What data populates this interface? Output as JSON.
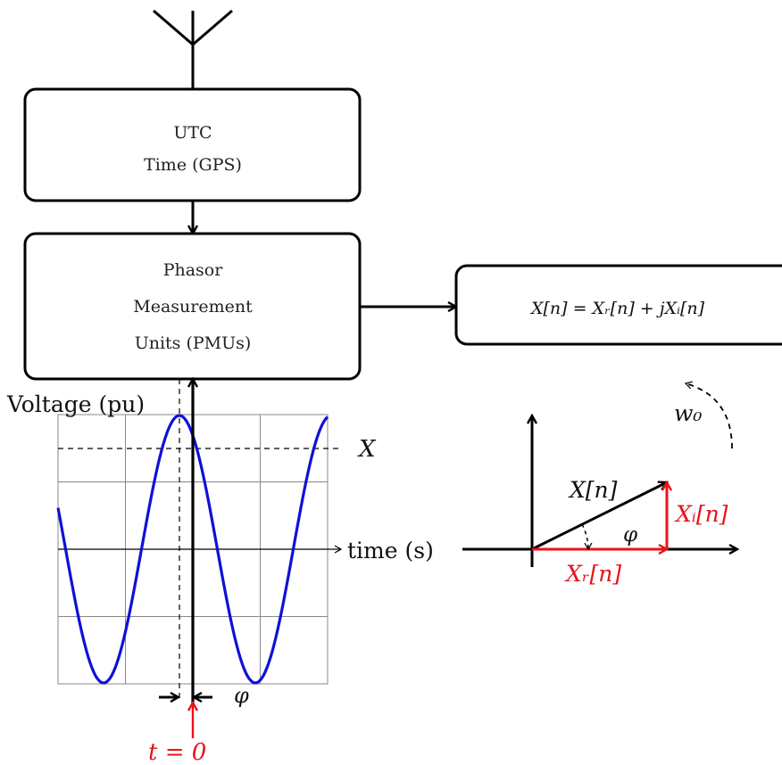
{
  "utc_box": {
    "line1": "UTC",
    "line2": "Time (GPS)"
  },
  "pmu_box": {
    "line1": "Phasor",
    "line2": "Measurement",
    "line3": "Units (PMUs)"
  },
  "output_box": {
    "equation": "X[n] = Xᵣ[n] + jXᵢ[n]"
  },
  "plot": {
    "ylabel": "Voltage (pu)",
    "xlabel": "time (s)",
    "amplitude_label": "X",
    "phase_label": "φ",
    "t0_label": "t = 0"
  },
  "phasor": {
    "magnitude_label": "X[n]",
    "real_label": "Xᵣ[n]",
    "imag_label": "Xᵢ[n]",
    "angle_label": "φ",
    "frequency_label": "w₀"
  },
  "colors": {
    "wave": "#1010d8",
    "accent": "#e8121a",
    "grid": "#888888",
    "ink": "#000000"
  }
}
